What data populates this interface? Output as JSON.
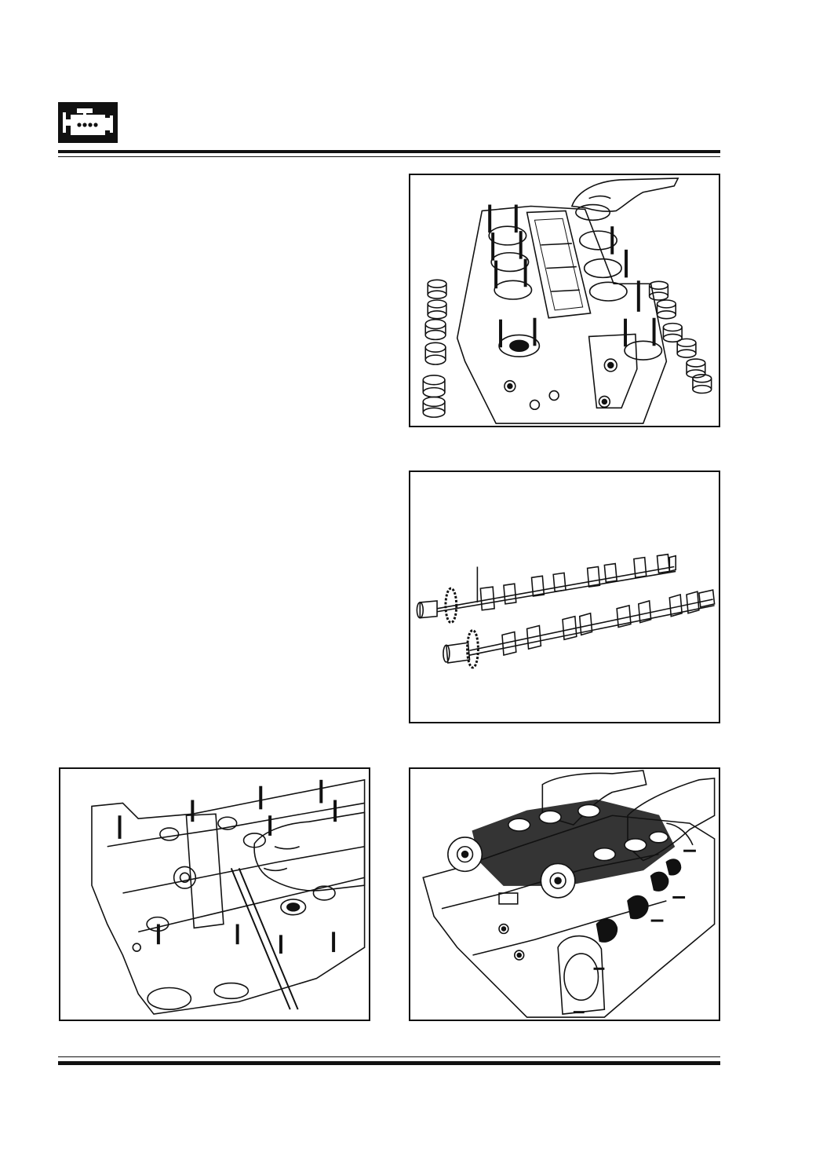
{
  "header": {
    "section_icon": "engine-icon"
  },
  "figures": [
    {
      "id": "fig-camshaft-carriers",
      "icon": "camshaft-carrier-removal-illustration"
    },
    {
      "id": "fig-camshafts",
      "icon": "camshaft-pair-illustration"
    },
    {
      "id": "fig-sealing-tool",
      "icon": "cylinder-head-tool-illustration"
    },
    {
      "id": "fig-camshaft-install",
      "icon": "camshaft-installation-illustration"
    }
  ],
  "colors": {
    "ink": "#111111",
    "paper": "#ffffff"
  }
}
